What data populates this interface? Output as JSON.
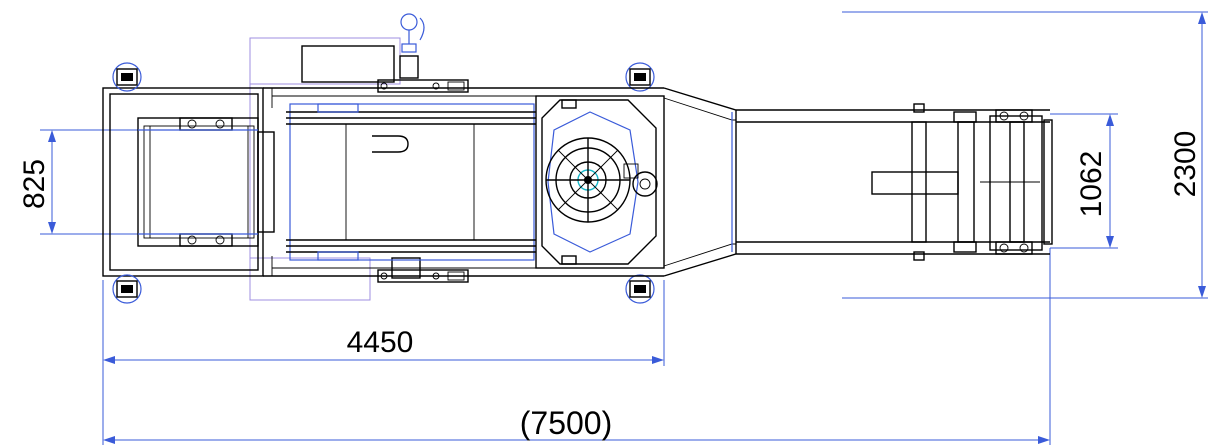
{
  "drawing": {
    "dimensions": {
      "width_left": "825",
      "width_right": "1062",
      "overall_width": "2300",
      "front_length": "4450",
      "overall_length": "(7500)"
    },
    "colors": {
      "outline": "#000000",
      "dimension_lines": "#3a5bd9",
      "ghost_outline": "#9f8fe0",
      "accent": "#19b7c9"
    }
  }
}
